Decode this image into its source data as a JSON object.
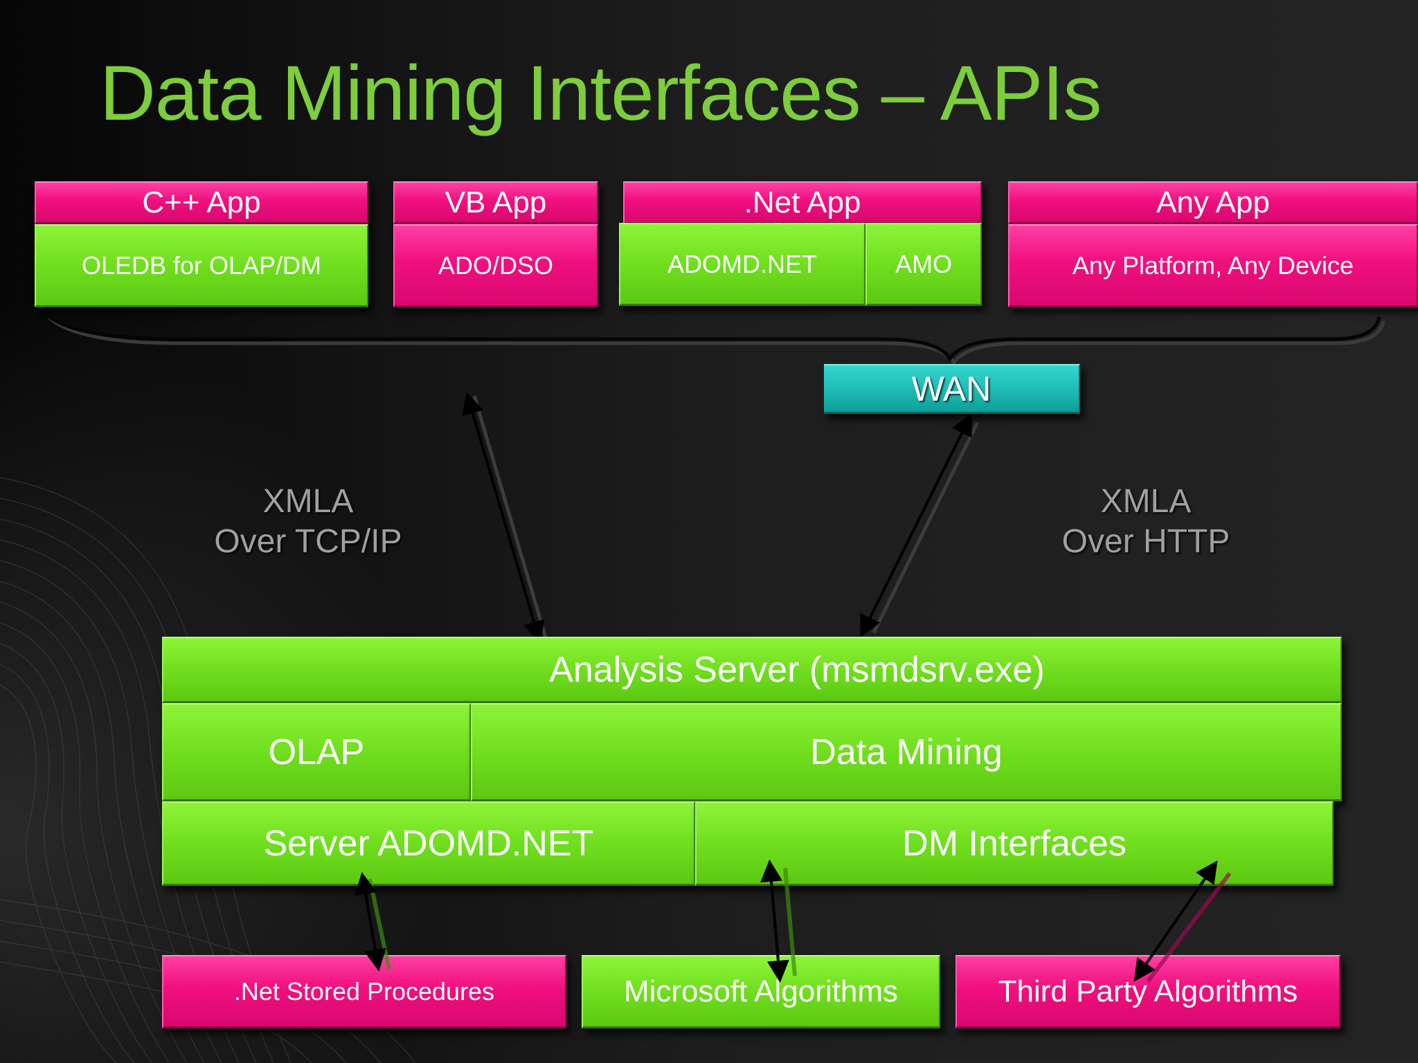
{
  "title": "Data Mining Interfaces – APIs",
  "clients": {
    "cpp_app": "C++ App",
    "oledb": "OLEDB for OLAP/DM",
    "vb_app": "VB App",
    "ado_dso": "ADO/DSO",
    "net_app": ".Net App",
    "adomd_net": "ADOMD.NET",
    "amo": "AMO",
    "any_app": "Any App",
    "any_platform": "Any Platform, Any Device"
  },
  "wan": "WAN",
  "protocols": {
    "tcp": {
      "line1": "XMLA",
      "line2": "Over TCP/IP"
    },
    "http": {
      "line1": "XMLA",
      "line2": "Over HTTP"
    }
  },
  "server": {
    "analysis_server": "Analysis Server (msmdsrv.exe)",
    "olap": "OLAP",
    "data_mining": "Data Mining",
    "server_adomd": "Server ADOMD.NET",
    "dm_interfaces": "DM Interfaces"
  },
  "plugins": {
    "stored_procedures": ".Net Stored Procedures",
    "microsoft_algorithms": "Microsoft Algorithms",
    "third_party_algorithms": "Third Party Algorithms"
  },
  "colors": {
    "title_green": "#7dcd3c",
    "box_pink": "#f0107e",
    "box_green": "#72e120",
    "wan_teal": "#1fbdb6",
    "label_gray": "#a0a0a0"
  }
}
